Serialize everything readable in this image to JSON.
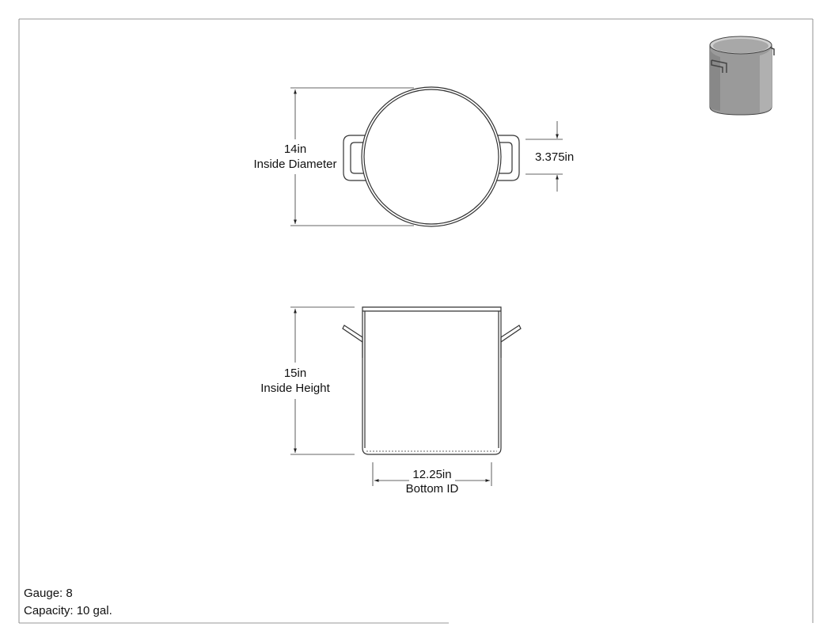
{
  "top_view": {
    "diameter_value": "14in",
    "diameter_caption": "Inside Diameter",
    "handle_value": "3.375in"
  },
  "side_view": {
    "height_value": "15in",
    "height_caption": "Inside Height",
    "bottom_value": "12.25in",
    "bottom_caption": "Bottom ID"
  },
  "specs": {
    "gauge_label": "Gauge: 8",
    "capacity_label": "Capacity: 10 gal."
  },
  "colors": {
    "line": "#333333",
    "pot_body": "#9a9a9a",
    "pot_rim": "#cfcfcf"
  },
  "thumbnail_icon": "stock-pot-icon"
}
